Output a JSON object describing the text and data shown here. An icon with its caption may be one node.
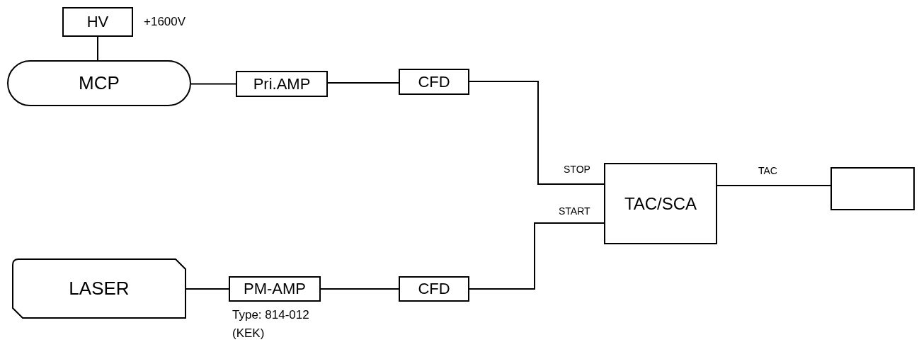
{
  "diagram": {
    "nodes": [
      {
        "text": [
          "HV"
        ],
        "beside": [
          "+1600V"
        ]
      },
      {
        "text": [
          "MCP"
        ]
      },
      {
        "text": [
          "Pri.AMP"
        ]
      },
      {
        "text": [
          "CFD"
        ]
      },
      {
        "text": [
          "TAC/SCA"
        ]
      },
      {
        "text": [],
        "shape": "box"
      },
      {
        "text": [
          "LASER"
        ]
      },
      {
        "text": [
          "PM-AMP"
        ],
        "beside": [
          "Type: 814-012",
          "(KEK)"
        ]
      },
      {
        "text": [
          "CFD"
        ]
      }
    ],
    "edges": [
      {
        "from": 0,
        "to": 1,
        "arrow": "none"
      },
      {
        "from": 1,
        "to": 2,
        "arrow": "none"
      },
      {
        "from": 2,
        "to": 3,
        "arrow": "none"
      },
      {
        "from": 3,
        "to": 4,
        "arrow": "none",
        "label": "STOP"
      },
      {
        "from": 8,
        "to": 4,
        "arrow": "none",
        "label": "START"
      },
      {
        "from": 4,
        "to": 5,
        "arrow": "none",
        "label": "TAC"
      },
      {
        "from": 6,
        "to": 7,
        "arrow": "none"
      },
      {
        "from": 7,
        "to": 8,
        "arrow": "none"
      }
    ]
  }
}
